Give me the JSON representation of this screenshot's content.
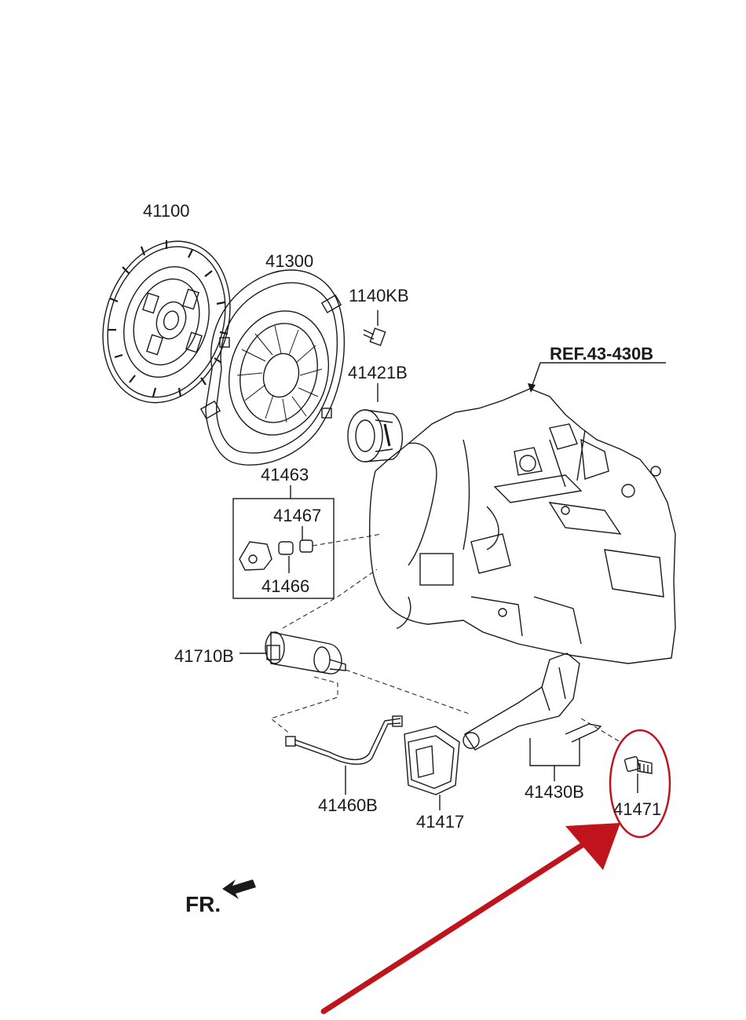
{
  "diagram": {
    "reference_label": "REF.43-430B",
    "direction_label": "FR.",
    "parts": [
      {
        "id": "p41100",
        "number": "41100"
      },
      {
        "id": "p41300",
        "number": "41300"
      },
      {
        "id": "p1140kb",
        "number": "1140KB"
      },
      {
        "id": "p41421b",
        "number": "41421B"
      },
      {
        "id": "p41463",
        "number": "41463"
      },
      {
        "id": "p41467",
        "number": "41467"
      },
      {
        "id": "p41466",
        "number": "41466"
      },
      {
        "id": "p41710b",
        "number": "41710B"
      },
      {
        "id": "p41460b",
        "number": "41460B"
      },
      {
        "id": "p41417",
        "number": "41417"
      },
      {
        "id": "p41430b",
        "number": "41430B"
      },
      {
        "id": "p41471",
        "number": "41471"
      }
    ],
    "highlight": {
      "part": "41471",
      "color": "#c0141c"
    },
    "colors": {
      "line": "#1a1a1a",
      "highlight": "#c0141c",
      "background": "#ffffff"
    }
  }
}
